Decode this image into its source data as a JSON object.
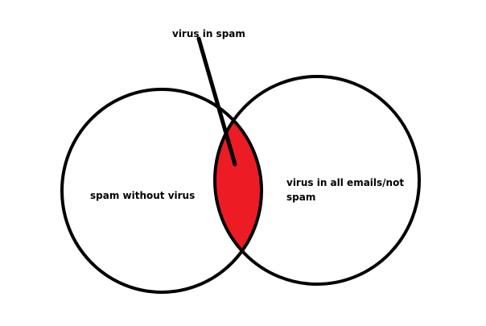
{
  "labels": {
    "intersection": "virus in spam",
    "left_only": "spam without virus",
    "right_only_line1": "virus in all emails/not",
    "right_only_line2": "spam"
  },
  "colors": {
    "background": "#ffffff",
    "stroke": "#000000",
    "intersection_fill": "#ed1c24",
    "text": "#000000"
  }
}
